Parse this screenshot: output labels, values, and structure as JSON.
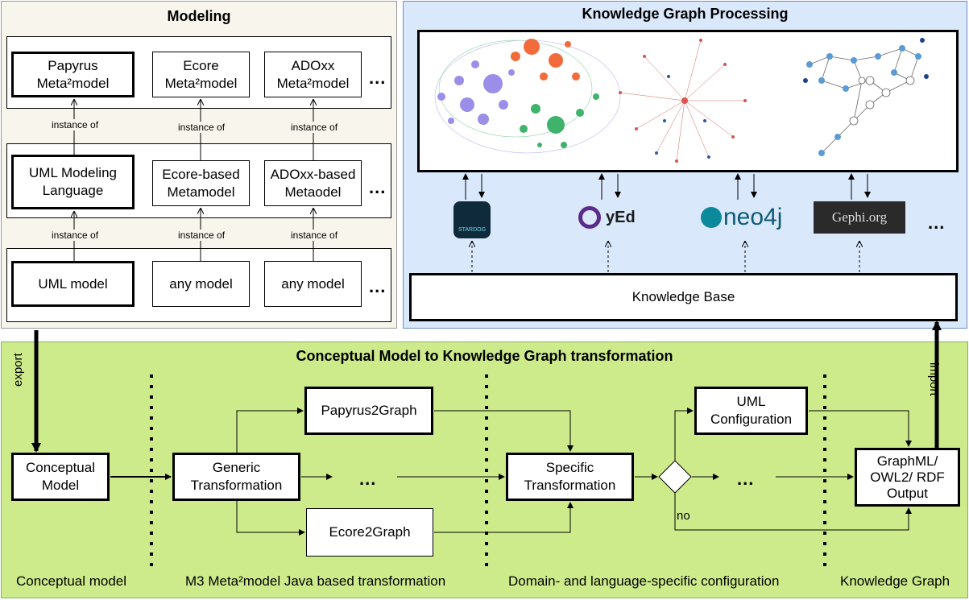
{
  "modeling": {
    "title": "Modeling",
    "row1": [
      "Papyrus\nMeta²model",
      "Ecore\nMeta²model",
      "ADOxx\nMeta²model"
    ],
    "row2": [
      "UML Modeling\nLanguage",
      "Ecore-based\nMetamodel",
      "ADOxx-based\nMetaodel"
    ],
    "row3": [
      "UML model",
      "any model",
      "any model"
    ],
    "instance_of": "instance of",
    "ellipsis": "..."
  },
  "kgp": {
    "title": "Knowledge Graph Processing",
    "tools": [
      "STARDOG",
      "yEd",
      "neo4j",
      "Gephi.org"
    ],
    "ellipsis": "...",
    "knowledge_base": "Knowledge Base"
  },
  "transform": {
    "title": "Conceptual Model to Knowledge Graph transformation",
    "export": "export",
    "import": "import",
    "conceptual_model": "Conceptual\nModel",
    "generic": "Generic\nTransformation",
    "papyrus2graph": "Papyrus2Graph",
    "ecore2graph": "Ecore2Graph",
    "specific": "Specific\nTransformation",
    "uml_config": "UML\nConfiguration",
    "output": "GraphML/\nOWL2/ RDF\nOutput",
    "no": "no",
    "ellipsis": "...",
    "footers": [
      "Conceptual model",
      "M3 Meta²model Java based transformation",
      "Domain- and language-specific configuration",
      "Knowledge Graph"
    ]
  },
  "colors": {
    "modeling_bg": "#f8f5ec",
    "kgp_bg": "#dae8fc",
    "kgp_border": "#6c8ebf",
    "transform_bg": "#cdeb8b",
    "transform_border": "#82b366",
    "graph_purple": "#9b8ee8",
    "graph_orange": "#f26b3a",
    "graph_green": "#3fb36b",
    "graph_blue": "#5b9bd5"
  }
}
